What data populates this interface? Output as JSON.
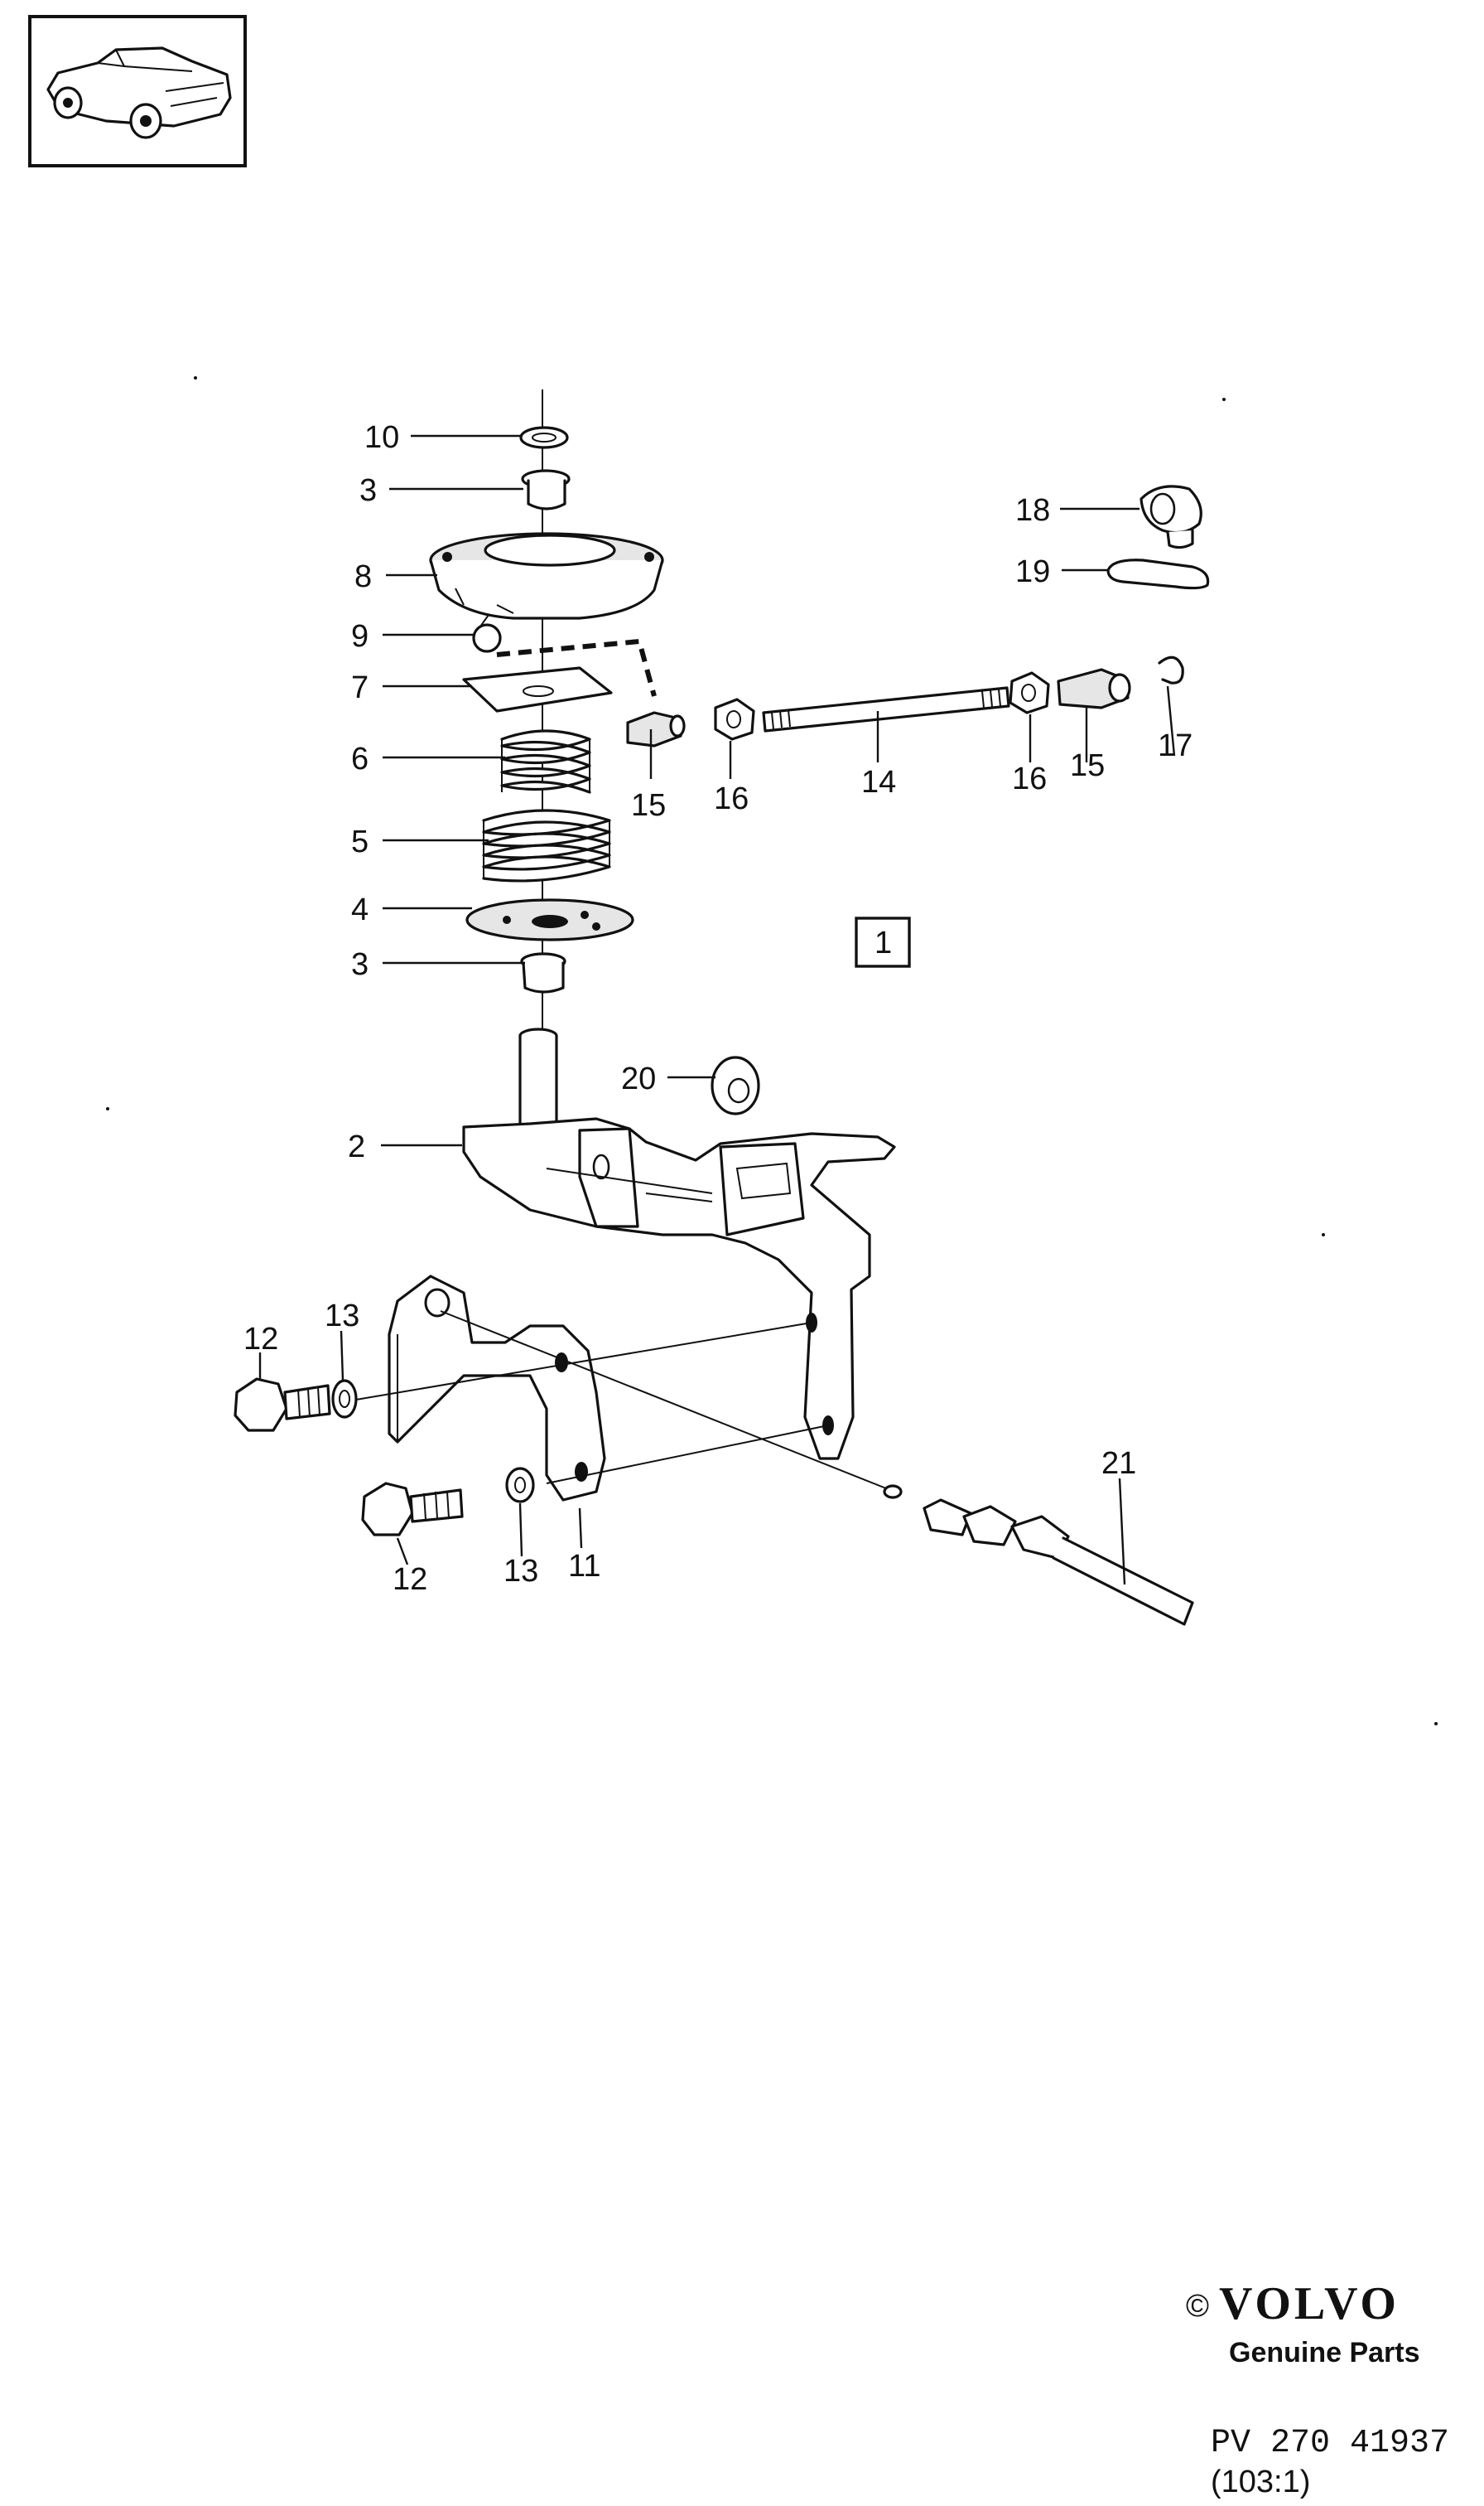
{
  "diagram": {
    "callouts": [
      {
        "id": "c10",
        "text": "10"
      },
      {
        "id": "c3a",
        "text": "3"
      },
      {
        "id": "c8",
        "text": "8"
      },
      {
        "id": "c9",
        "text": "9"
      },
      {
        "id": "c7",
        "text": "7"
      },
      {
        "id": "c6",
        "text": "6"
      },
      {
        "id": "c5",
        "text": "5"
      },
      {
        "id": "c4",
        "text": "4"
      },
      {
        "id": "c3b",
        "text": "3"
      },
      {
        "id": "c2",
        "text": "2"
      },
      {
        "id": "c20",
        "text": "20"
      },
      {
        "id": "c18",
        "text": "18"
      },
      {
        "id": "c19",
        "text": "19"
      },
      {
        "id": "c15a",
        "text": "15"
      },
      {
        "id": "c16a",
        "text": "16"
      },
      {
        "id": "c14",
        "text": "14"
      },
      {
        "id": "c16b",
        "text": "16"
      },
      {
        "id": "c15b",
        "text": "15"
      },
      {
        "id": "c17",
        "text": "17"
      },
      {
        "id": "c12a",
        "text": "12"
      },
      {
        "id": "c13a",
        "text": "13"
      },
      {
        "id": "c12b",
        "text": "12"
      },
      {
        "id": "c13b",
        "text": "13"
      },
      {
        "id": "c11",
        "text": "11"
      },
      {
        "id": "c21",
        "text": "21"
      }
    ],
    "group_box": "1"
  },
  "footer": {
    "copyright_symbol": "©",
    "brand": "VOLVO",
    "tagline": "Genuine Parts",
    "reference": "PV 270 41937",
    "sub_reference": "(103:1)"
  },
  "icons": {
    "thumbnail": "car-sedan-icon"
  }
}
